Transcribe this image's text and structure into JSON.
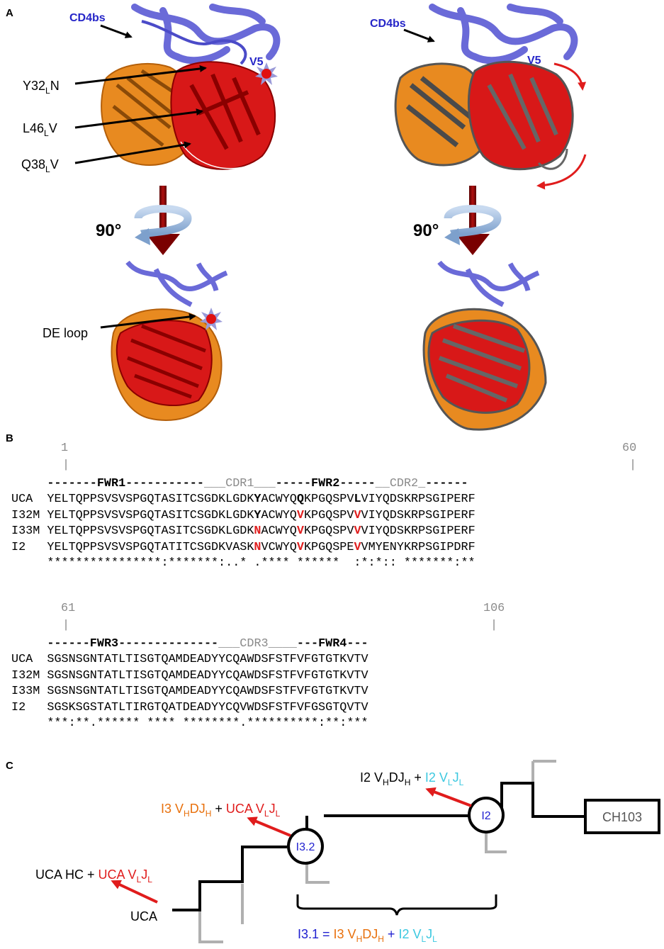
{
  "panels": {
    "a": "A",
    "b": "B",
    "c": "C"
  },
  "panel_a": {
    "left": {
      "cd4bs": "CD4bs",
      "v5": "V5",
      "mut1": "Y32",
      "mut1_sub": "L",
      "mut1_end": "N",
      "mut2": "L46",
      "mut2_sub": "L",
      "mut2_end": "V",
      "mut3": "Q38",
      "mut3_sub": "L",
      "mut3_end": "V",
      "rotation": "90°",
      "de_loop": "DE loop"
    },
    "right": {
      "cd4bs": "CD4bs",
      "v5": "V5",
      "rotation": "90°"
    }
  },
  "panel_b": {
    "block1": {
      "num_start": "1",
      "num_end": "60",
      "region_line": [
        {
          "t": "-------",
          "c": "bold"
        },
        {
          "t": "FWR1",
          "c": "bold"
        },
        {
          "t": "-----------",
          "c": "bold"
        },
        {
          "t": "___CDR1___",
          "c": "gray"
        },
        {
          "t": "-----",
          "c": "bold"
        },
        {
          "t": "FWR2",
          "c": "bold"
        },
        {
          "t": "-----",
          "c": "bold"
        },
        {
          "t": "__CDR2_",
          "c": "gray"
        },
        {
          "t": "------",
          "c": "bold"
        }
      ],
      "rows": [
        {
          "name": "UCA ",
          "seq": [
            {
              "t": "YELTQPPSVSVSPGQTASITCSGDKLGDK"
            },
            {
              "t": "Y",
              "c": "blk"
            },
            {
              "t": "ACWYQ"
            },
            {
              "t": "Q",
              "c": "blk"
            },
            {
              "t": "KPGQSPV"
            },
            {
              "t": "L",
              "c": "blk"
            },
            {
              "t": "VIYQDSKRPSGIPERF"
            }
          ]
        },
        {
          "name": "I32M",
          "seq": [
            {
              "t": "YELTQPPSVSVSPGQTASITCSGDKLGDK"
            },
            {
              "t": "Y",
              "c": "blk"
            },
            {
              "t": "ACWYQ"
            },
            {
              "t": "V",
              "c": "red"
            },
            {
              "t": "KPGQSPV"
            },
            {
              "t": "V",
              "c": "red"
            },
            {
              "t": "VIYQDSKRPSGIPERF"
            }
          ]
        },
        {
          "name": "I33M",
          "seq": [
            {
              "t": "YELTQPPSVSVSPGQTASITCSGDKLGDK"
            },
            {
              "t": "N",
              "c": "red"
            },
            {
              "t": "ACWYQ"
            },
            {
              "t": "V",
              "c": "red"
            },
            {
              "t": "KPGQSPV"
            },
            {
              "t": "V",
              "c": "red"
            },
            {
              "t": "VIYQDSKRPSGIPERF"
            }
          ]
        },
        {
          "name": "I2  ",
          "seq": [
            {
              "t": "YELTQPPSVSVSPGQTATITCSGDKVASK"
            },
            {
              "t": "N",
              "c": "red"
            },
            {
              "t": "VCWYQ"
            },
            {
              "t": "V",
              "c": "red"
            },
            {
              "t": "KPGQSPE"
            },
            {
              "t": "V",
              "c": "red"
            },
            {
              "t": "VMYENYKRPSGIPDRF"
            }
          ]
        }
      ],
      "consensus": "****************:*******:..* .**** ******  :*:*:: *******:**"
    },
    "block2": {
      "num_start": "61",
      "num_end": "106",
      "region_line": [
        {
          "t": "------",
          "c": "bold"
        },
        {
          "t": "FWR3",
          "c": "bold"
        },
        {
          "t": "--------------",
          "c": "bold"
        },
        {
          "t": "___CDR3____",
          "c": "gray"
        },
        {
          "t": "---",
          "c": "bold"
        },
        {
          "t": "FWR4",
          "c": "bold"
        },
        {
          "t": "---",
          "c": "bold"
        }
      ],
      "rows": [
        {
          "name": "UCA ",
          "seq": [
            {
              "t": "SGSNSGNTATLTISGTQAMDEADYYCQAWDSFSTFVFGTGTKVTV"
            }
          ]
        },
        {
          "name": "I32M",
          "seq": [
            {
              "t": "SGSNSGNTATLTISGTQAMDEADYYCQAWDSFSTFVFGTGTKVTV"
            }
          ]
        },
        {
          "name": "I33M",
          "seq": [
            {
              "t": "SGSNSGNTATLTISGTQAMDEADYYCQAWDSFSTFVFGTGTKVTV"
            }
          ]
        },
        {
          "name": "I2  ",
          "seq": [
            {
              "t": "SGSKSGSTATLTIRGTQATDEADYYCQVWDSFSTFVFGSGTQVTV"
            }
          ]
        }
      ],
      "consensus": "***:**.****** **** ********.**********:**:***"
    }
  },
  "panel_c": {
    "uca": "UCA",
    "uca_hc": "UCA HC + ",
    "uca_vljl": "UCA V",
    "i3_2": "I3.2",
    "i3_vhdjh": "I3 V",
    "plus": " + ",
    "uca_vljl2": "UCA V",
    "i2": "I2",
    "i2_vhdjh": "I2 V",
    "i2_vljl": "I2 V",
    "ch103": "CH103",
    "i3_1": "I3.1 = ",
    "i3_1_a": "I3 V",
    "i3_1_b": "I2 V",
    "sub_H": "H",
    "sub_DJ": "DJ",
    "sub_L": "L",
    "sub_J": "J"
  },
  "colors": {
    "orange": "#e8821c",
    "red": "#d41414",
    "blue": "#5b5fd6",
    "navy": "#1c1ccc",
    "cyan": "#3cc8e0",
    "gray": "#5a5a5a",
    "dark_red": "#8a0000",
    "light_blue": "#8fb0d8"
  }
}
